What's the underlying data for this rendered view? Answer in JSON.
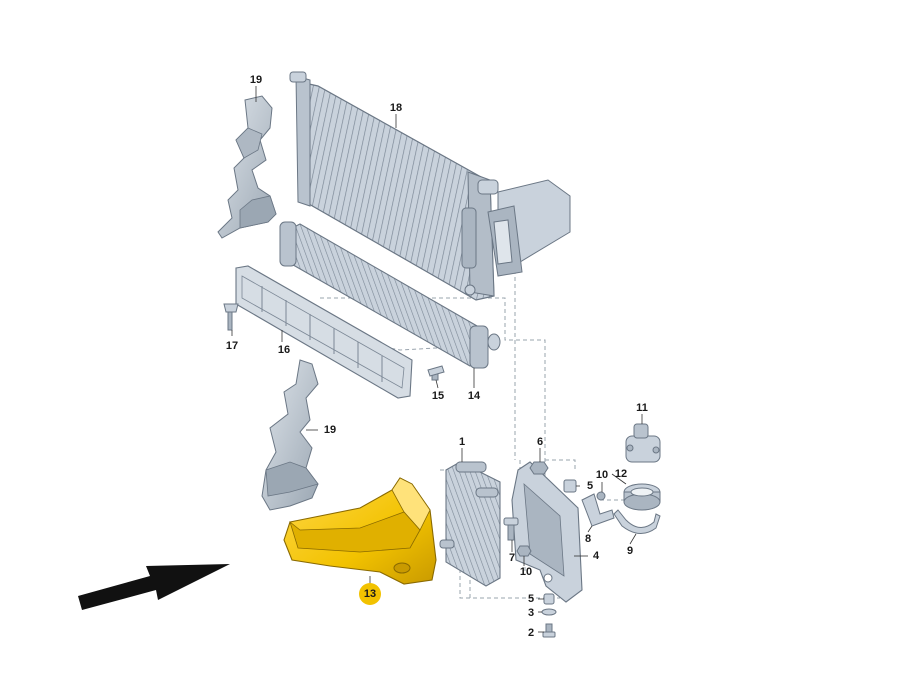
{
  "colors": {
    "part_fill": "#c9d2dc",
    "part_stroke": "#6b7785",
    "part_dark": "#8e9aa6",
    "highlight_fill": "#f2c200",
    "highlight_dark": "#c99a00",
    "arrow": "#111111",
    "dash": "#9aa4ae"
  },
  "callouts": {
    "c19a": "19",
    "c18": "18",
    "c17": "17",
    "c16": "16",
    "c15": "15",
    "c14": "14",
    "c19b": "19",
    "c1": "1",
    "c6": "6",
    "c11": "11",
    "c10a": "10",
    "c5a": "5",
    "c12": "12",
    "c8": "8",
    "c9": "9",
    "c4": "4",
    "c7": "7",
    "c10b": "10",
    "c13": "13",
    "c5b": "5",
    "c3": "3",
    "c2": "2"
  },
  "icons": {
    "direction": "arrow-icon"
  }
}
